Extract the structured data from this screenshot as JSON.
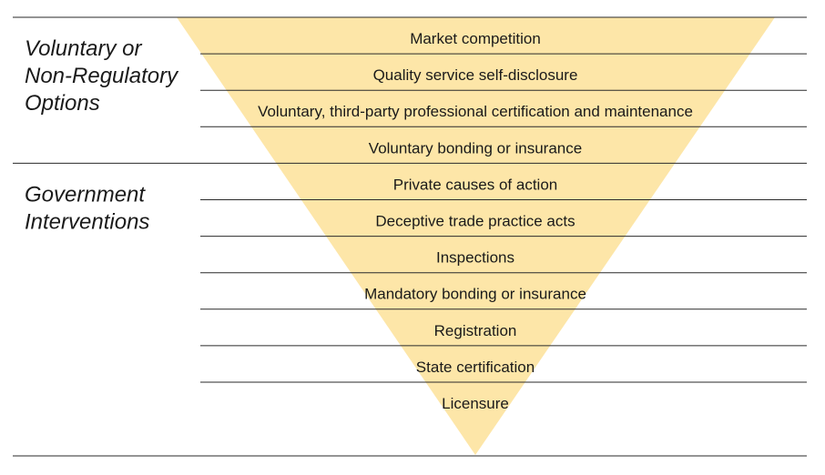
{
  "diagram": {
    "type": "inverted-pyramid",
    "fill_color": "#fde6a8",
    "groups": [
      {
        "label_lines": [
          "Voluntary or",
          "Non-Regulatory",
          "Options"
        ],
        "row_count": 4
      },
      {
        "label_lines": [
          "Government",
          "Interventions"
        ],
        "row_count": 7
      }
    ],
    "rows": [
      "Market competition",
      "Quality service self-disclosure",
      "Voluntary, third-party professional certification and maintenance",
      "Voluntary bonding or insurance",
      "Private causes of action",
      "Deceptive trade practice acts",
      "Inspections",
      "Mandatory bonding or insurance",
      "Registration",
      "State certification",
      "Licensure"
    ]
  }
}
